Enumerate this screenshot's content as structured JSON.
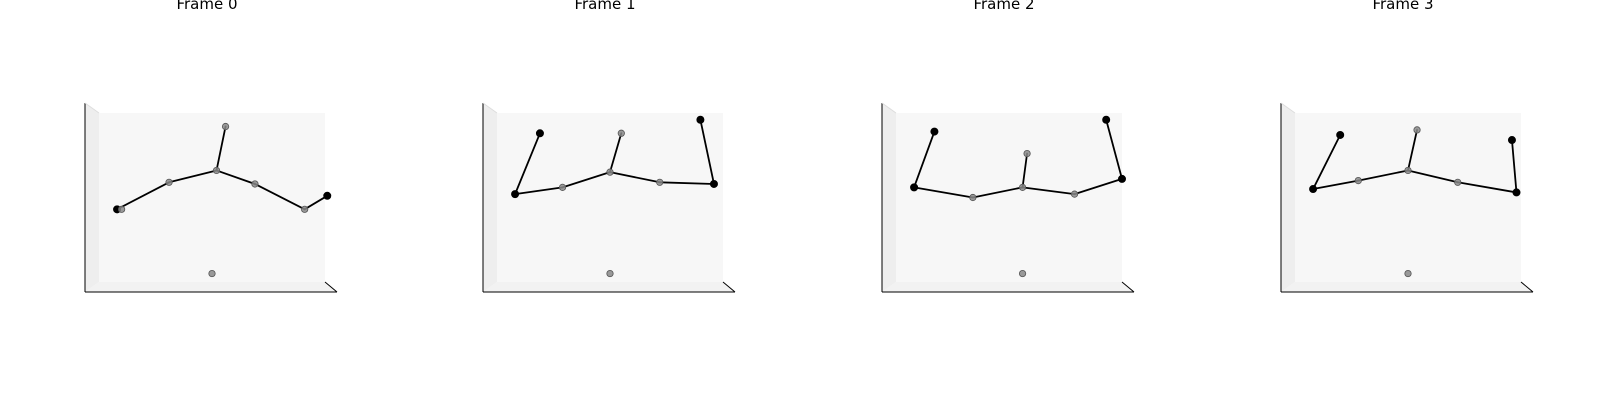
{
  "chart_data": [
    {
      "type": "scatter",
      "title": "Frame 0",
      "xlim": [
        0,
        10
      ],
      "ylim": [
        0,
        10
      ],
      "points": [
        {
          "x": 0.8,
          "y": 4.3,
          "depth": "front"
        },
        {
          "x": 1.0,
          "y": 4.3,
          "depth": "back"
        },
        {
          "x": 3.1,
          "y": 5.9,
          "depth": "back"
        },
        {
          "x": 5.2,
          "y": 6.6,
          "depth": "back"
        },
        {
          "x": 5.6,
          "y": 9.2,
          "depth": "back"
        },
        {
          "x": 6.9,
          "y": 5.8,
          "depth": "back"
        },
        {
          "x": 9.1,
          "y": 4.3,
          "depth": "back"
        },
        {
          "x": 10.1,
          "y": 5.1,
          "depth": "front"
        },
        {
          "x": 5.0,
          "y": 0.5,
          "depth": "back"
        }
      ],
      "segments": [
        [
          0,
          2
        ],
        [
          2,
          3
        ],
        [
          3,
          4
        ],
        [
          3,
          5
        ],
        [
          5,
          6
        ],
        [
          6,
          7
        ]
      ]
    },
    {
      "type": "scatter",
      "title": "Frame 1",
      "xlim": [
        0,
        10
      ],
      "ylim": [
        0,
        10
      ],
      "points": [
        {
          "x": 0.8,
          "y": 5.2,
          "depth": "front"
        },
        {
          "x": 1.9,
          "y": 8.8,
          "depth": "front"
        },
        {
          "x": 2.9,
          "y": 5.6,
          "depth": "back"
        },
        {
          "x": 5.0,
          "y": 6.5,
          "depth": "back"
        },
        {
          "x": 5.5,
          "y": 8.8,
          "depth": "back"
        },
        {
          "x": 7.2,
          "y": 5.9,
          "depth": "back"
        },
        {
          "x": 9.6,
          "y": 5.8,
          "depth": "front"
        },
        {
          "x": 9.0,
          "y": 9.6,
          "depth": "front"
        },
        {
          "x": 5.0,
          "y": 0.5,
          "depth": "back"
        }
      ],
      "segments": [
        [
          0,
          1
        ],
        [
          0,
          2
        ],
        [
          2,
          3
        ],
        [
          3,
          4
        ],
        [
          3,
          5
        ],
        [
          5,
          6
        ],
        [
          6,
          7
        ]
      ]
    },
    {
      "type": "scatter",
      "title": "Frame 2",
      "xlim": [
        0,
        10
      ],
      "ylim": [
        0,
        10
      ],
      "points": [
        {
          "x": 0.8,
          "y": 5.6,
          "depth": "front"
        },
        {
          "x": 1.7,
          "y": 8.9,
          "depth": "front"
        },
        {
          "x": 3.4,
          "y": 5.0,
          "depth": "back"
        },
        {
          "x": 5.6,
          "y": 5.6,
          "depth": "back"
        },
        {
          "x": 5.8,
          "y": 7.6,
          "depth": "back"
        },
        {
          "x": 7.9,
          "y": 5.2,
          "depth": "back"
        },
        {
          "x": 10.0,
          "y": 6.1,
          "depth": "front"
        },
        {
          "x": 9.3,
          "y": 9.6,
          "depth": "front"
        },
        {
          "x": 5.6,
          "y": 0.5,
          "depth": "back"
        }
      ],
      "segments": [
        [
          0,
          1
        ],
        [
          0,
          2
        ],
        [
          2,
          3
        ],
        [
          3,
          4
        ],
        [
          3,
          5
        ],
        [
          5,
          6
        ],
        [
          6,
          7
        ]
      ]
    },
    {
      "type": "scatter",
      "title": "Frame 3",
      "xlim": [
        0,
        10
      ],
      "ylim": [
        0,
        10
      ],
      "points": [
        {
          "x": 0.8,
          "y": 5.5,
          "depth": "front"
        },
        {
          "x": 2.0,
          "y": 8.7,
          "depth": "front"
        },
        {
          "x": 2.8,
          "y": 6.0,
          "depth": "back"
        },
        {
          "x": 5.0,
          "y": 6.6,
          "depth": "back"
        },
        {
          "x": 5.4,
          "y": 9.0,
          "depth": "back"
        },
        {
          "x": 7.2,
          "y": 5.9,
          "depth": "back"
        },
        {
          "x": 9.8,
          "y": 5.3,
          "depth": "front"
        },
        {
          "x": 9.6,
          "y": 8.4,
          "depth": "front"
        },
        {
          "x": 5.0,
          "y": 0.5,
          "depth": "back"
        }
      ],
      "segments": [
        [
          0,
          1
        ],
        [
          0,
          2
        ],
        [
          2,
          3
        ],
        [
          3,
          4
        ],
        [
          3,
          5
        ],
        [
          5,
          6
        ],
        [
          6,
          7
        ]
      ]
    }
  ],
  "style": {
    "pane_color": "#f7f7f7",
    "pane_side_color": "#eeeeee",
    "line_color": "#000000",
    "front_marker_color": "#000000",
    "back_marker_color": "#888888",
    "axis_color": "#000000"
  }
}
